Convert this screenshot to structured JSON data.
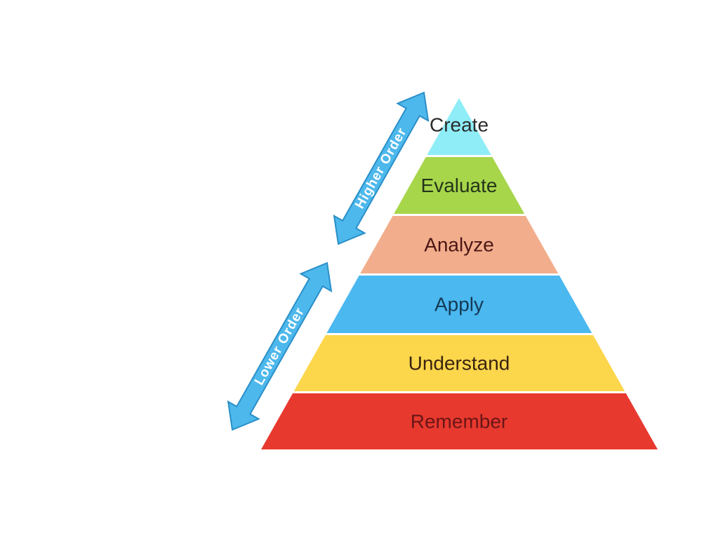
{
  "pyramid": {
    "levels": [
      {
        "label": "Create",
        "color": "#8EEDF7",
        "text_color": "#2a2a2a"
      },
      {
        "label": "Evaluate",
        "color": "#A7D64B",
        "text_color": "#24351a"
      },
      {
        "label": "Analyze",
        "color": "#F2AE8C",
        "text_color": "#4a1616"
      },
      {
        "label": "Apply",
        "color": "#4BB8F0",
        "text_color": "#143a55"
      },
      {
        "label": "Understand",
        "color": "#FCD64B",
        "text_color": "#3a2410"
      },
      {
        "label": "Remember",
        "color": "#E8392F",
        "text_color": "#6a1616"
      }
    ]
  },
  "arrows": {
    "higher": {
      "label": "Higher Order"
    },
    "lower": {
      "label": "Lower Order"
    },
    "fill": "#4DB8EC",
    "stroke": "#2A8FC8"
  }
}
